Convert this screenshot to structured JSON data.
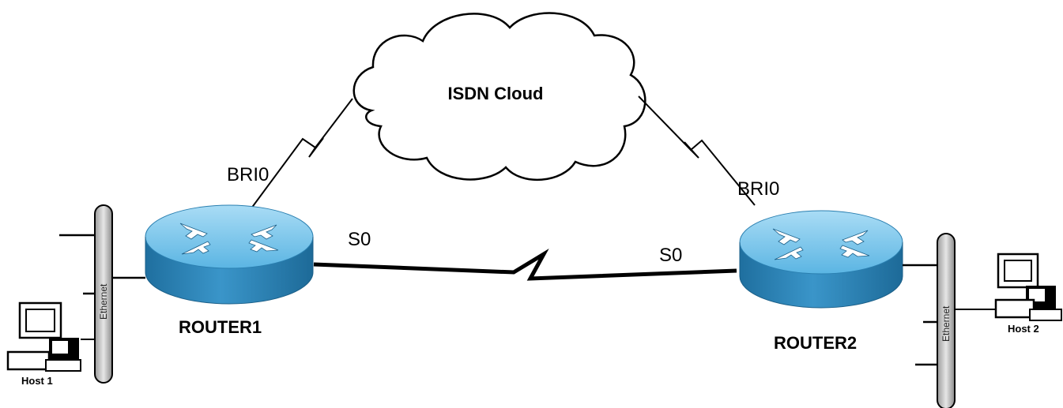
{
  "cloud": {
    "label": "ISDN Cloud"
  },
  "routers": [
    {
      "id": "router1",
      "label": "ROUTER1"
    },
    {
      "id": "router2",
      "label": "ROUTER2"
    }
  ],
  "interfaces": {
    "r1_bri": "BRI0",
    "r2_bri": "BRI0",
    "r1_serial": "S0",
    "r2_serial": "S0"
  },
  "segments": {
    "left_ethernet": "Ethernet",
    "right_ethernet": "Ethernet"
  },
  "hosts": [
    {
      "id": "host1",
      "label": "Host 1"
    },
    {
      "id": "host2",
      "label": "Host 2"
    }
  ],
  "colors": {
    "router_top": "#7ec8ec",
    "router_side": "#2e86c1",
    "line": "#000000"
  },
  "icons": {
    "router": "router-icon",
    "cloud": "cloud-icon",
    "host": "computer-icon"
  }
}
